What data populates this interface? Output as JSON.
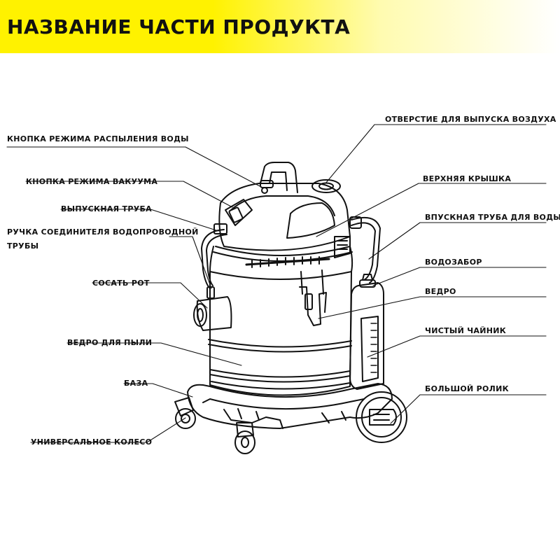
{
  "title": "НАЗВАНИЕ ЧАСТИ ПРОДУКТА",
  "colors": {
    "banner": "#fff200",
    "ink": "#111111"
  },
  "labels": {
    "spray_button": "КНОПКА РЕЖИМА РАСПЫЛЕНИЯ ВОДЫ",
    "vacuum_button": "КНОПКА РЕЖИМА ВАКУУМА",
    "outlet_pipe": "ВЫПУСКНАЯ ТРУБА",
    "hose_handle_1": "РУЧКА СОЕДИНИТЕЛЯ ВОДОПРОВОДНОЙ",
    "hose_handle_2": "ТРУБЫ",
    "suction_port": "СОСАТЬ РОТ",
    "dust_bucket": "ВЕДРО ДЛЯ ПЫЛИ",
    "base": "БАЗА",
    "caster": "УНИВЕРСАЛЬНОЕ КОЛЕСО",
    "air_outlet": "ОТВЕРСТИЕ ДЛЯ ВЫПУСКА ВОЗДУХА",
    "top_cover": "ВЕРХНЯЯ КРЫШКА",
    "water_inlet_pipe": "ВПУСКНАЯ ТРУБА ДЛЯ ВОДЫ",
    "water_intake": "ВОДОЗАБОР",
    "bucket": "ВЕДРО",
    "clean_tank": "ЧИСТЫЙ ЧАЙНИК",
    "big_wheel": "БОЛЬШОЙ РОЛИК"
  }
}
